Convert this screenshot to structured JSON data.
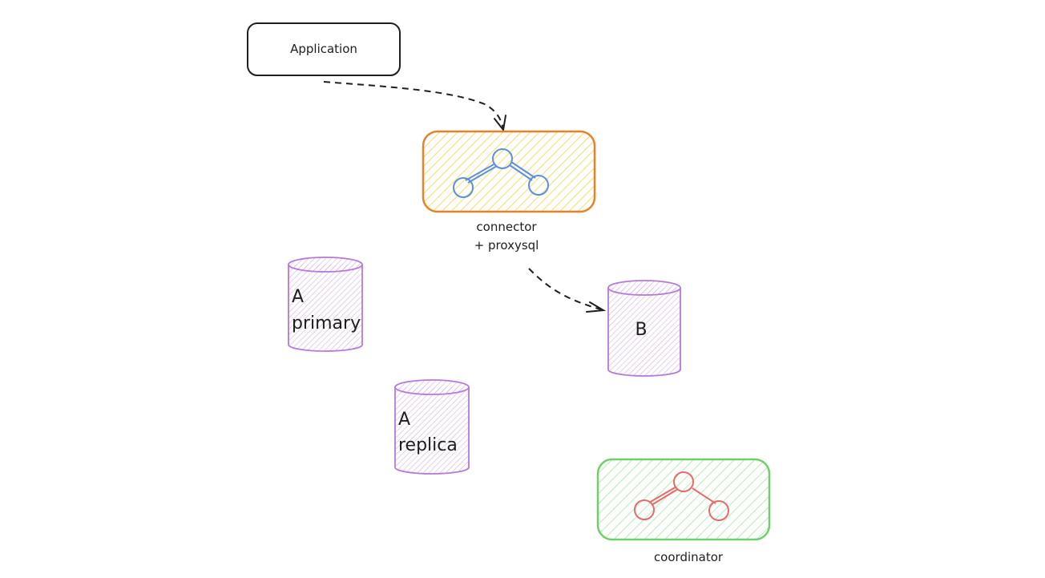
{
  "diagram": {
    "title": "",
    "nodes": {
      "application": {
        "label": "Application",
        "shape": "rounded-rectangle",
        "stroke": "#1e1e1e",
        "fill": "transparent"
      },
      "connector": {
        "label_line1": "connector",
        "label_line2": "+ proxysql",
        "shape": "rounded-rectangle",
        "stroke": "#e8822a",
        "fill": "#f5d547",
        "icon": "network-graph-icon",
        "icon_color": "#5b8fe0"
      },
      "a_primary": {
        "label_line1": "A",
        "label_line2": "primary",
        "shape": "cylinder",
        "stroke": "#b57ad6",
        "fill": "#d9b8ec"
      },
      "a_replica": {
        "label_line1": "A",
        "label_line2": "replica",
        "shape": "cylinder",
        "stroke": "#b57ad6",
        "fill": "#d9b8ec"
      },
      "b": {
        "label": "B",
        "shape": "cylinder",
        "stroke": "#b57ad6",
        "fill": "#d9b8ec"
      },
      "coordinator": {
        "label": "coordinator",
        "shape": "rounded-rectangle",
        "stroke": "#6fcf6a",
        "fill": "#a8e6a0",
        "icon": "network-graph-icon",
        "icon_color": "#e86a6a"
      }
    },
    "edges": [
      {
        "from": "application",
        "to": "connector",
        "style": "dashed",
        "arrow": true
      },
      {
        "from": "connector",
        "to": "b",
        "style": "dashed",
        "arrow": true
      }
    ]
  }
}
